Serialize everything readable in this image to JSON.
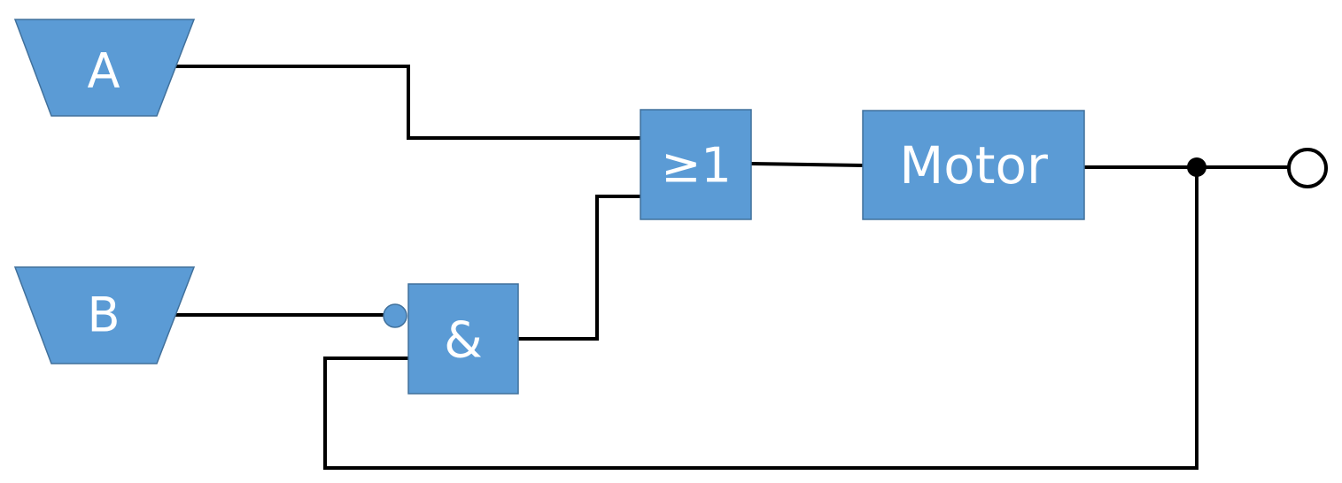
{
  "inputs": {
    "a": {
      "label": "A"
    },
    "b": {
      "label": "B"
    }
  },
  "gates": {
    "or": {
      "label": "≥1"
    },
    "and": {
      "label": "&"
    }
  },
  "motor": {
    "label": "Motor"
  },
  "colors": {
    "block_fill": "#5b9bd5",
    "block_border": "#41719c",
    "wire": "#000000",
    "label": "#ffffff"
  },
  "icons": {
    "negation": "inversion-bubble-icon",
    "junction": "junction-dot-icon",
    "output": "output-terminal-icon"
  }
}
